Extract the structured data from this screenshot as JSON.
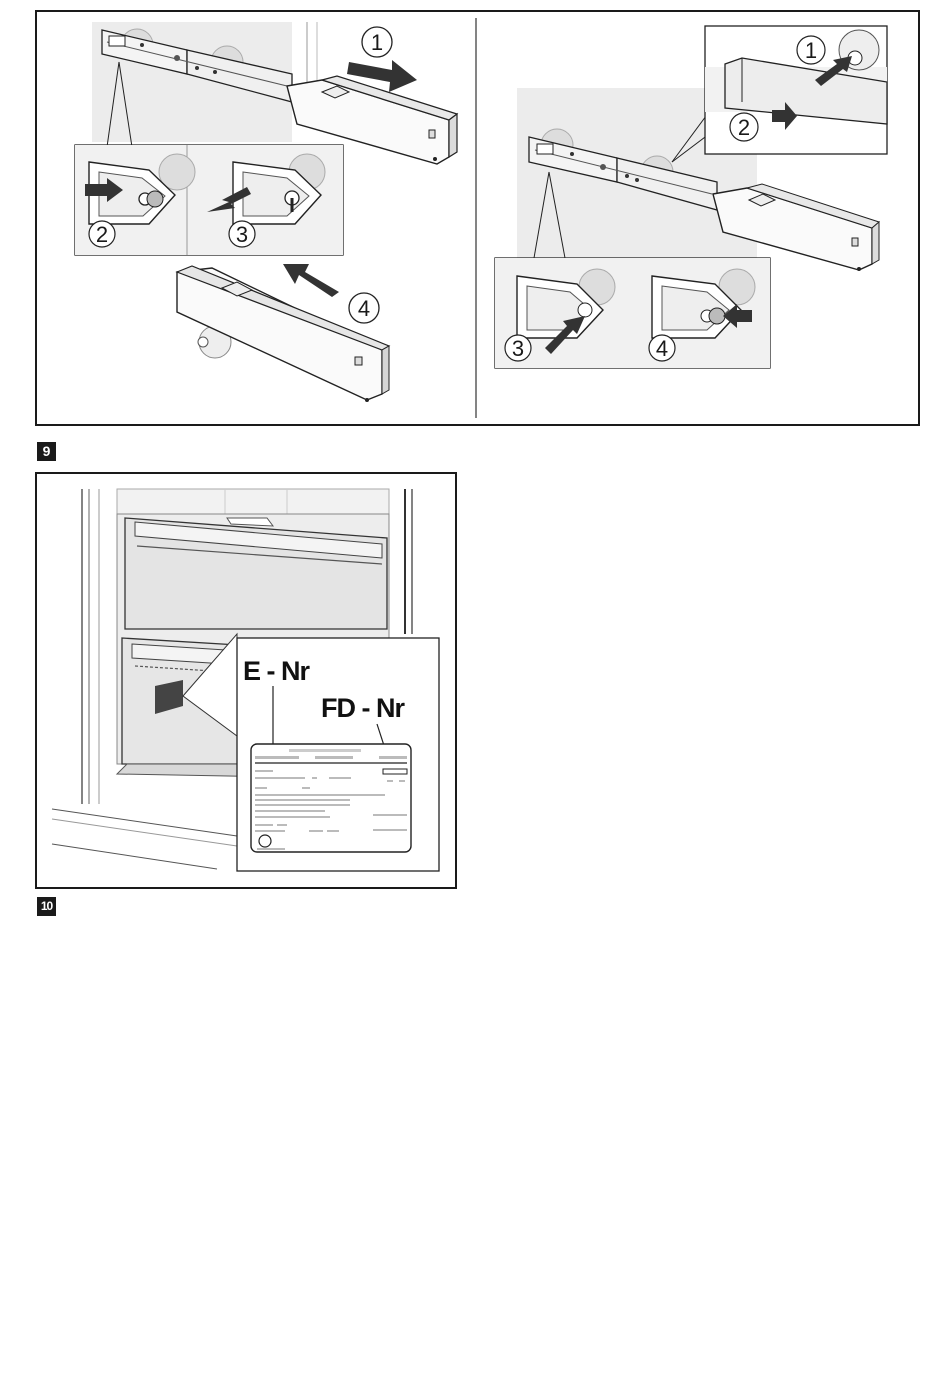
{
  "figure9": {
    "number": "9",
    "left_panel": {
      "steps": [
        "1",
        "2",
        "3",
        "4"
      ]
    },
    "right_panel": {
      "steps": [
        "1",
        "2",
        "3",
        "4"
      ]
    }
  },
  "figure10": {
    "number": "10",
    "labels": {
      "e_nr": "E - Nr",
      "fd_nr": "FD - Nr"
    }
  }
}
